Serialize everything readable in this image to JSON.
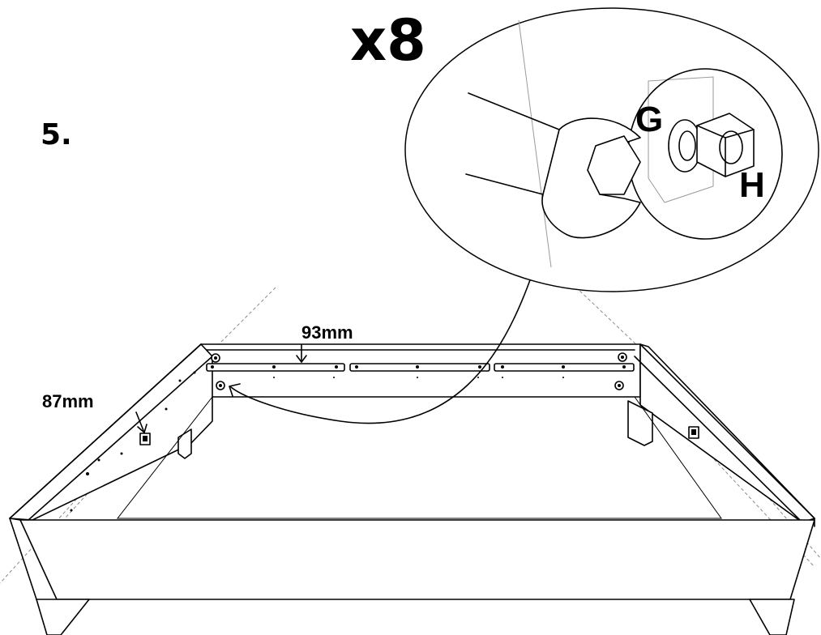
{
  "step": {
    "number": "5."
  },
  "quantity": {
    "label": "x8"
  },
  "parts": {
    "washer_label": "G",
    "nut_label": "H"
  },
  "dimensions": {
    "rail_offset": "93mm",
    "side_offset": "87mm"
  }
}
